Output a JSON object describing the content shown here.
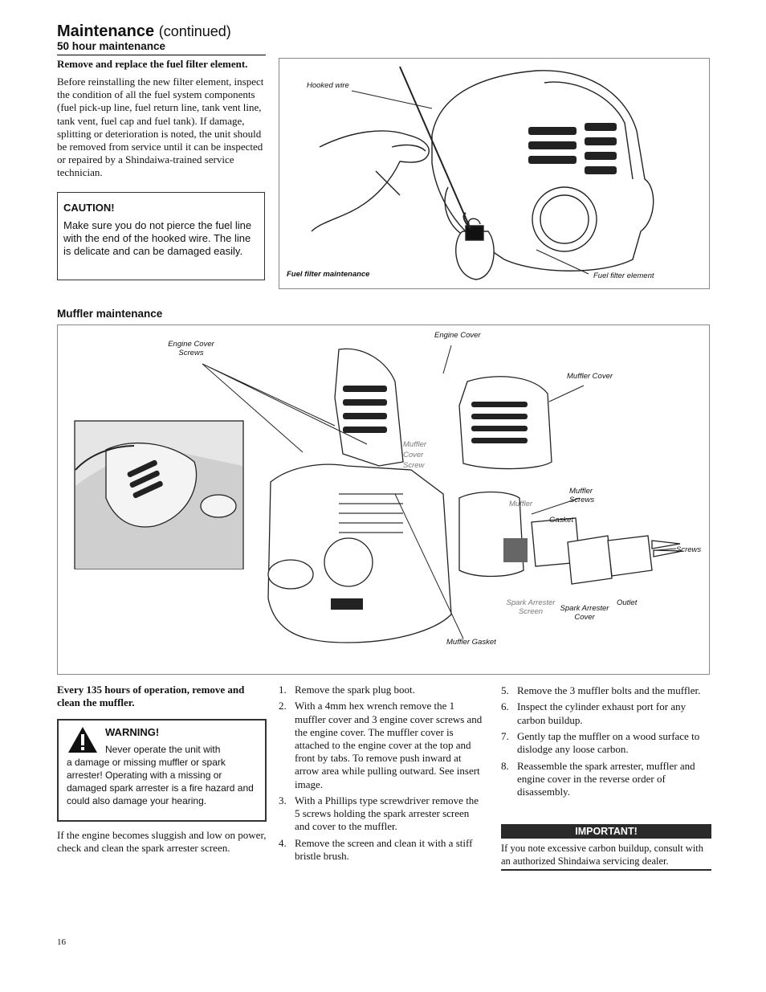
{
  "header": {
    "title": "Maintenance",
    "title_suffix": "(continued)",
    "subtitle": "50 hour maintenance"
  },
  "fuel_filter": {
    "heading": "Remove and replace the fuel filter element.",
    "body": "Before reinstalling the new filter element, inspect the condition of all the fuel system components (fuel pick-up line, fuel return line, tank vent line, tank vent, fuel cap and fuel tank). If damage, splitting or deterioration is noted, the unit should be removed from service until it can be inspected or repaired by a Shindaiwa-trained service technician.",
    "caution_title": "CAUTION!",
    "caution_text": "Make sure you do not pierce the fuel line with the end of the hooked wire. The line is delicate and can be damaged easily.",
    "figure": {
      "label_hooked_wire": "Hooked wire",
      "caption": "Fuel filter maintenance",
      "label_filter_element": "Fuel filter element"
    }
  },
  "muffler": {
    "heading": "Muffler maintenance",
    "figure": {
      "engine_cover_screws": "Engine Cover Screws",
      "engine_cover": "Engine Cover",
      "muffler_cover": "Muffler Cover",
      "muffler_cover_screw": "Muffler Cover Screw",
      "muffler": "Muffler",
      "muffler_screws": "Muffler Screws",
      "gasket": "Gasket",
      "screws": "Screws",
      "spark_arrester_screen": "Spark Arrester Screen",
      "spark_arrester_cover": "Spark Arrester Cover",
      "outlet": "Outlet",
      "muffler_gasket": "Muffler Gasket"
    },
    "intro": "Every 135 hours of operation, remove and clean the muffler.",
    "warning_title": "WARNING!",
    "warning_text_1": "Never operate the unit with",
    "warning_text_2": "a damage or missing muffler or spark arrester! Operating with a missing or damaged spark arrester is a fire hazard and could also damage your hearing.",
    "footnote": "If the engine becomes sluggish and low on power, check and clean the spark arrester screen.",
    "steps": [
      {
        "n": "1.",
        "text": "Remove the spark plug boot."
      },
      {
        "n": "2.",
        "text": "With a 4mm hex wrench remove the 1 muffler cover and 3 engine cover screws and the engine cover. The muffler cover is attached to the engine cover at the top and front by tabs. To remove push inward at arrow area while pulling outward. See insert image."
      },
      {
        "n": "3.",
        "text": "With a Phillips type screwdriver remove the 5 screws holding the spark arrester screen and cover to the muffler."
      },
      {
        "n": "4.",
        "text": "Remove the screen and clean it with a stiff bristle brush."
      },
      {
        "n": "5.",
        "text": "Remove the 3 muffler bolts and the muffler."
      },
      {
        "n": "6.",
        "text": "Inspect the cylinder exhaust port for any carbon buildup."
      },
      {
        "n": "7.",
        "text": "Gently tap the muffler on a wood surface to dislodge any loose carbon."
      },
      {
        "n": "8.",
        "text": "Reassemble the spark arrester, muffler and engine cover in the reverse order of disassembly."
      }
    ],
    "important_title": "IMPORTANT!",
    "important_text": "If you note excessive carbon buildup, consult with an authorized Shindaiwa servicing dealer."
  },
  "footer": {
    "page_number": "16"
  }
}
